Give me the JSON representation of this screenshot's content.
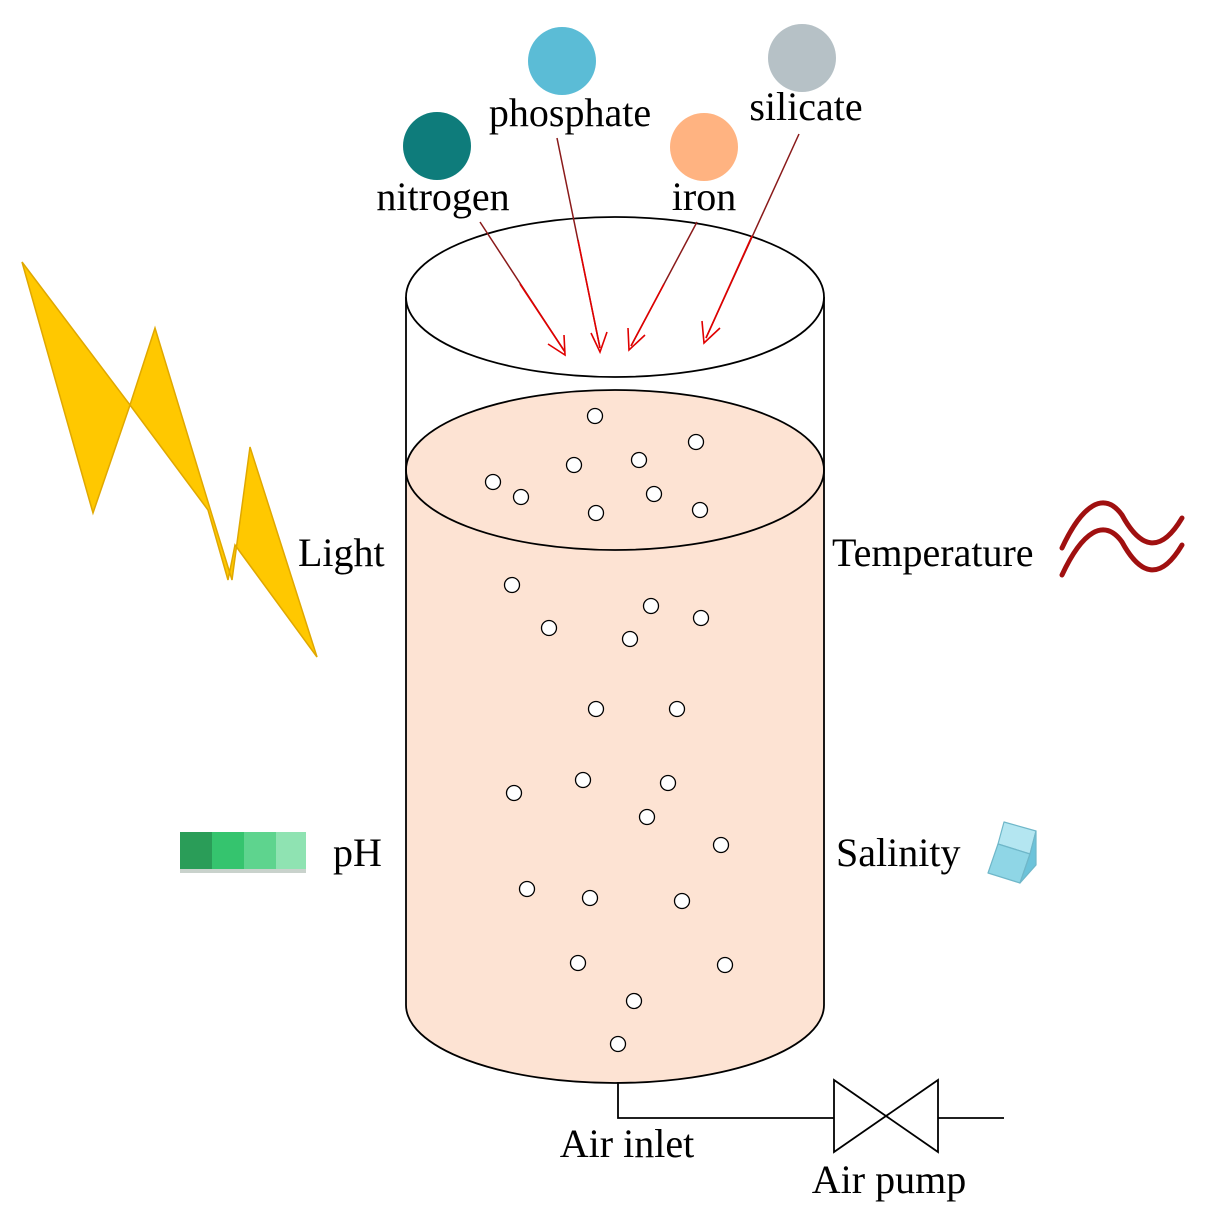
{
  "nutrients": [
    {
      "id": "nitrogen",
      "label": "nitrogen",
      "color": "#0e7c7b"
    },
    {
      "id": "phosphate",
      "label": "phosphate",
      "color": "#5bbcd6"
    },
    {
      "id": "iron",
      "label": "iron",
      "color": "#ffb381"
    },
    {
      "id": "silicate",
      "label": "silicate",
      "color": "#b6c1c6"
    }
  ],
  "factors": {
    "light": "Light",
    "temperature": "Temperature",
    "ph": "pH",
    "salinity": "Salinity"
  },
  "equipment": {
    "air_inlet": "Air inlet",
    "air_pump": "Air pump"
  },
  "colors": {
    "culture_medium": "#fde3d3",
    "arrow": "#e00000",
    "lightning": "#ffc800",
    "temperature_wave": "#a01010",
    "ph_scale": [
      "#2a9d58",
      "#35c46e",
      "#5ed48e",
      "#8fe3b2"
    ],
    "salt_cube": "#8fd6e6"
  }
}
